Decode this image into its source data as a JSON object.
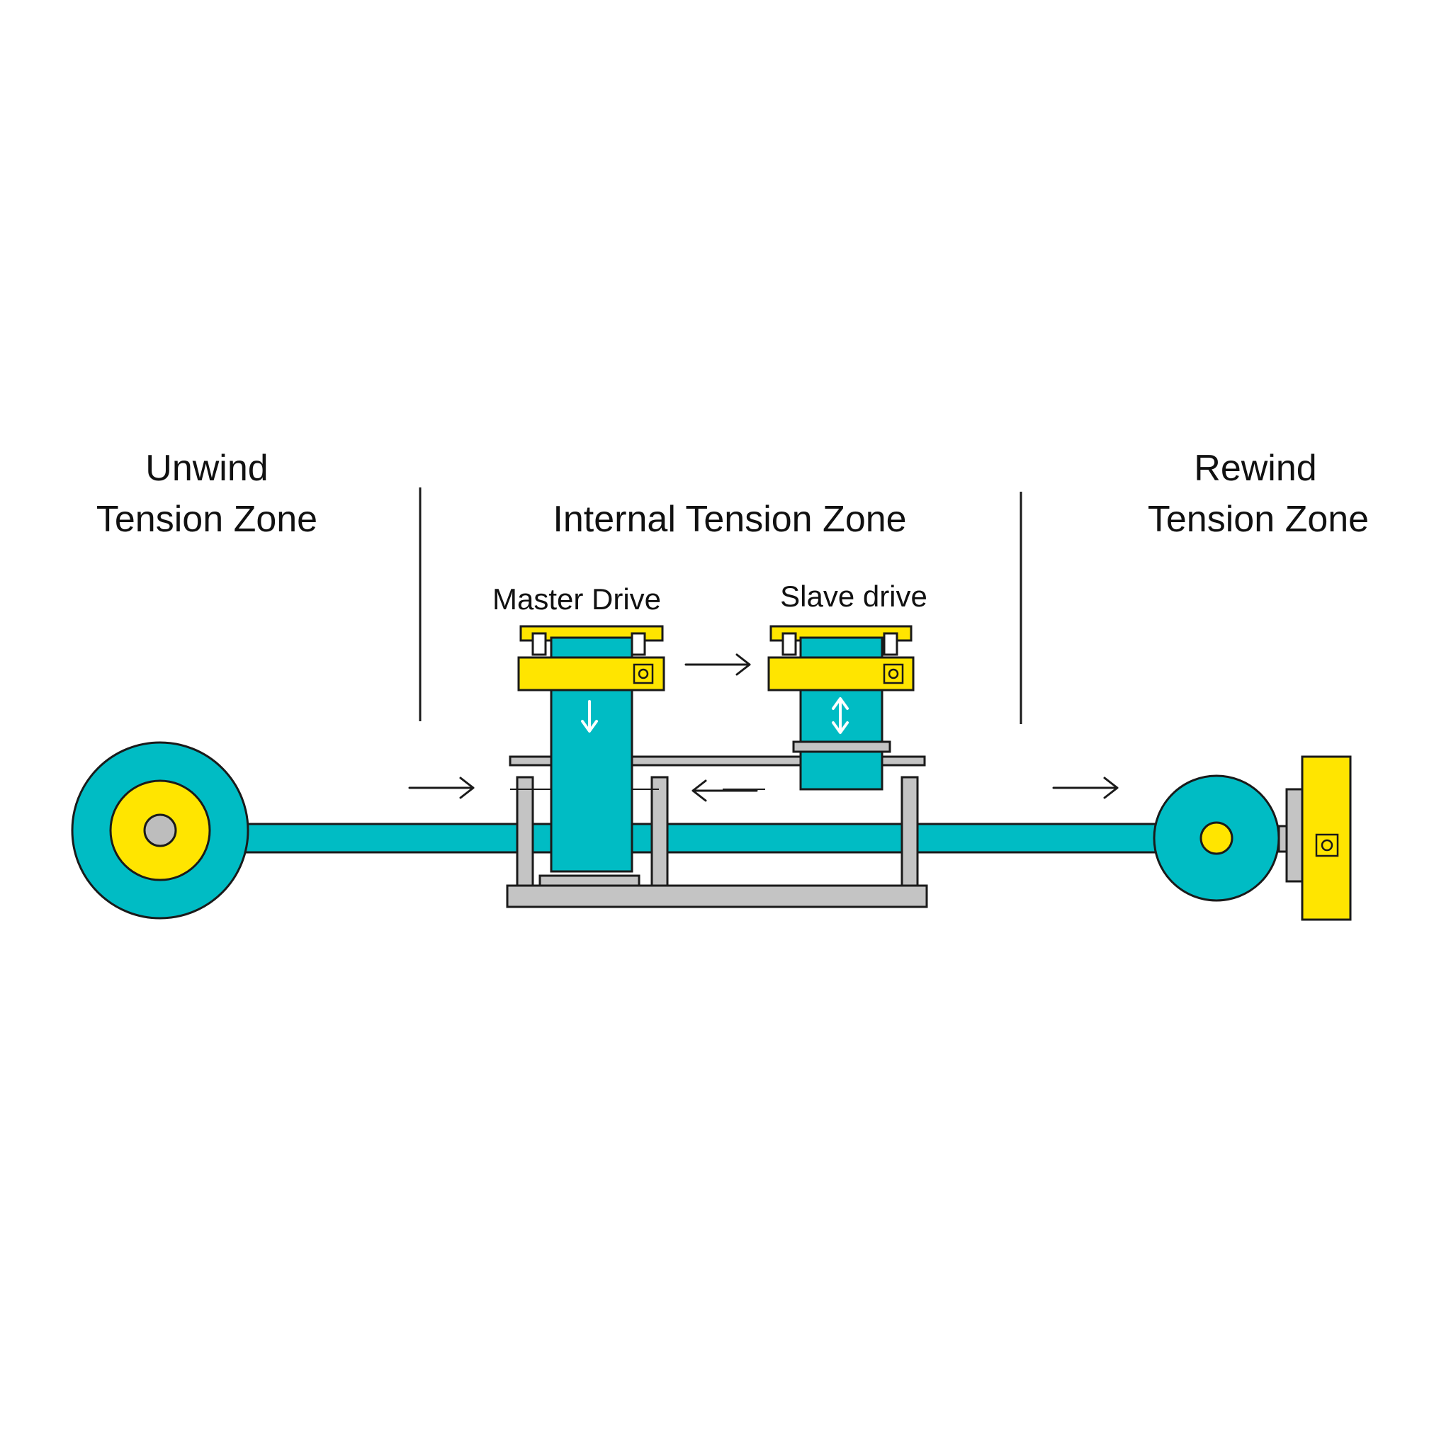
{
  "zones": {
    "unwind": {
      "line1": "Unwind",
      "line2": "Tension Zone"
    },
    "internal": {
      "label": "Internal Tension Zone"
    },
    "rewind": {
      "line1": "Rewind",
      "line2": "Tension Zone"
    }
  },
  "drives": {
    "master": "Master Drive",
    "slave": "Slave drive"
  },
  "icons": [
    "unwind-roll-icon",
    "master-drive-icon",
    "slave-drive-icon",
    "rewind-roll-icon",
    "rewind-motor-icon",
    "flow-arrow-icon"
  ],
  "colors": {
    "web": "#00bcc4",
    "roll_core": "#ffe500",
    "frame": "#c4c4c4",
    "outline": "#1a1a1a"
  }
}
